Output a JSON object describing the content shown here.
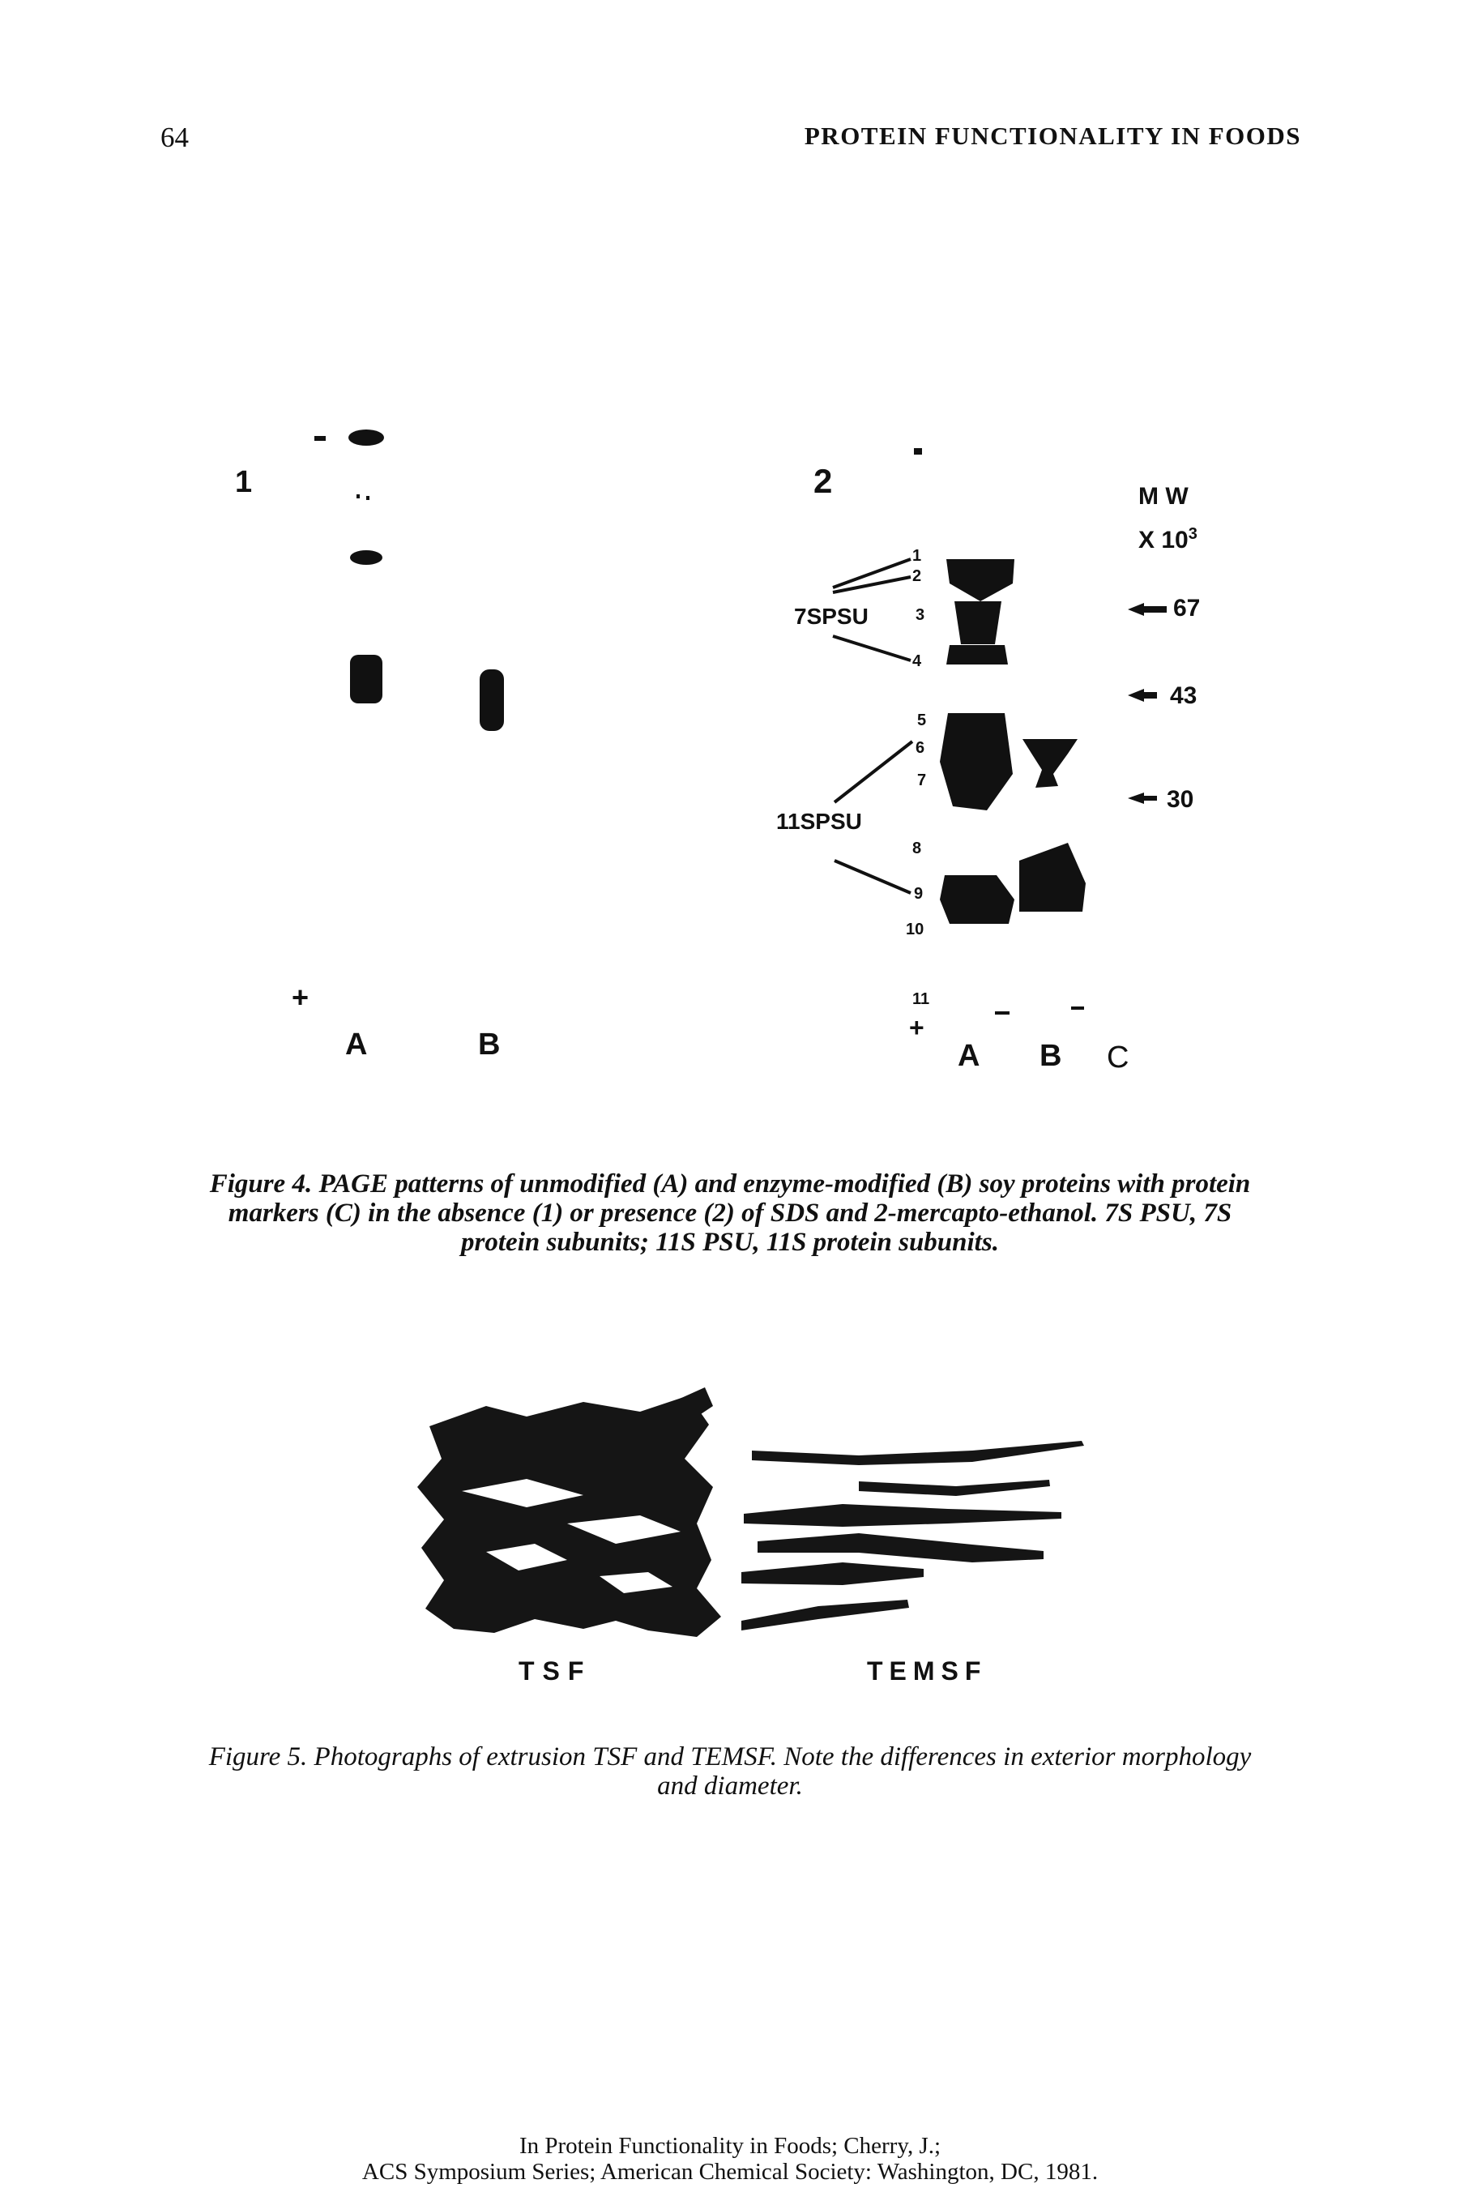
{
  "header": {
    "page_number": "64",
    "running_head": "PROTEIN FUNCTIONALITY IN FOODS"
  },
  "figure4": {
    "panel1": {
      "label": "1",
      "plus": "+",
      "lanes": [
        "A",
        "B"
      ]
    },
    "panel2": {
      "label": "2",
      "plus": "+",
      "lanes": [
        "A",
        "B",
        "C"
      ],
      "group_7s": "7SPSU",
      "group_11s": "11SPSU",
      "band_numbers": [
        "1",
        "2",
        "3",
        "4",
        "5",
        "6",
        "7",
        "8",
        "9",
        "10",
        "11"
      ],
      "mw_title": "M W",
      "mw_scale": "X 10",
      "mw_exp": "3",
      "markers": [
        "67",
        "43",
        "30"
      ]
    },
    "caption": "Figure 4.  PAGE patterns of unmodified (A) and enzyme-modified (B) soy proteins with protein markers (C) in the absence (1) or presence (2) of SDS and 2-mercapto-ethanol.  7S PSU, 7S protein subunits; 11S PSU, 11S protein subunits."
  },
  "figure5": {
    "labels": [
      "TSF",
      "TEMSF"
    ],
    "caption": "Figure 5.  Photographs of extrusion TSF and TEMSF.  Note the differences in exterior morphology and diameter."
  },
  "footer": {
    "line1": "In Protein Functionality in Foods; Cherry, J.;",
    "line2": "ACS Symposium Series; American Chemical Society: Washington, DC, 1981."
  }
}
